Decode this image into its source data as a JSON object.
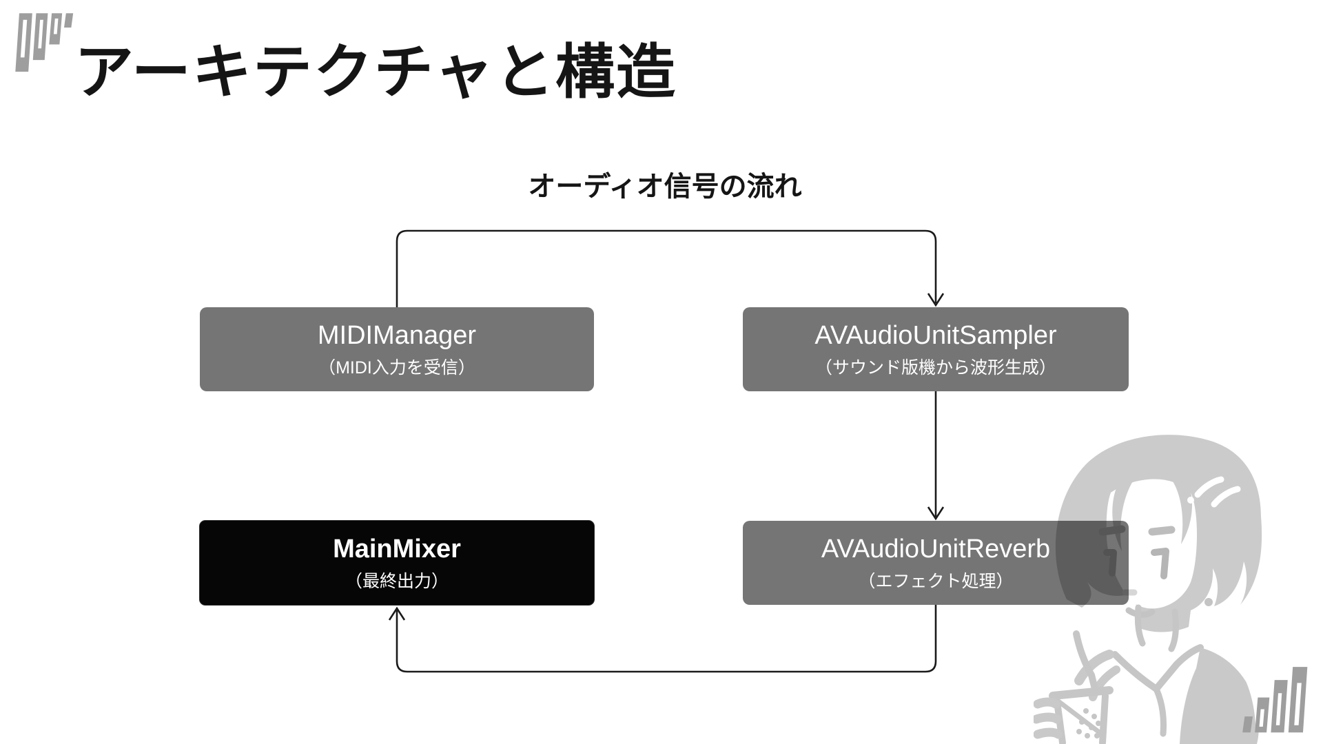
{
  "slide": {
    "title": "アーキテクチャと構造",
    "diagram": {
      "caption": "オーディオ信号の流れ",
      "nodes": [
        {
          "label": "MIDIManager",
          "sublabel": "（MIDI入力を受信）",
          "style": "gray"
        },
        {
          "label": "AVAudioUnitSampler",
          "sublabel": "（サウンド版機から波形生成）",
          "style": "gray"
        },
        {
          "label": "AVAudioUnitReverb",
          "sublabel": "（エフェクト処理）",
          "style": "gray"
        },
        {
          "label": "MainMixer",
          "sublabel": "（最終出力）",
          "style": "black"
        }
      ],
      "edges": [
        {
          "from": "MIDIManager",
          "to": "AVAudioUnitSampler"
        },
        {
          "from": "AVAudioUnitSampler",
          "to": "AVAudioUnitReverb"
        },
        {
          "from": "AVAudioUnitReverb",
          "to": "MainMixer"
        }
      ]
    },
    "colors": {
      "background": "#ffffff",
      "node_gray": "#757575",
      "node_black": "#060606",
      "node_text": "#ffffff",
      "connector": "#1a1a1a",
      "title_text": "#151515",
      "logo_gray": "#9e9e9e",
      "illustration_gray": "#c9c9c9"
    },
    "decor": {
      "top_left": "logo-mark",
      "bottom_right": "logo-mark-rotated",
      "illustration": "person-drinking-sketch"
    }
  }
}
